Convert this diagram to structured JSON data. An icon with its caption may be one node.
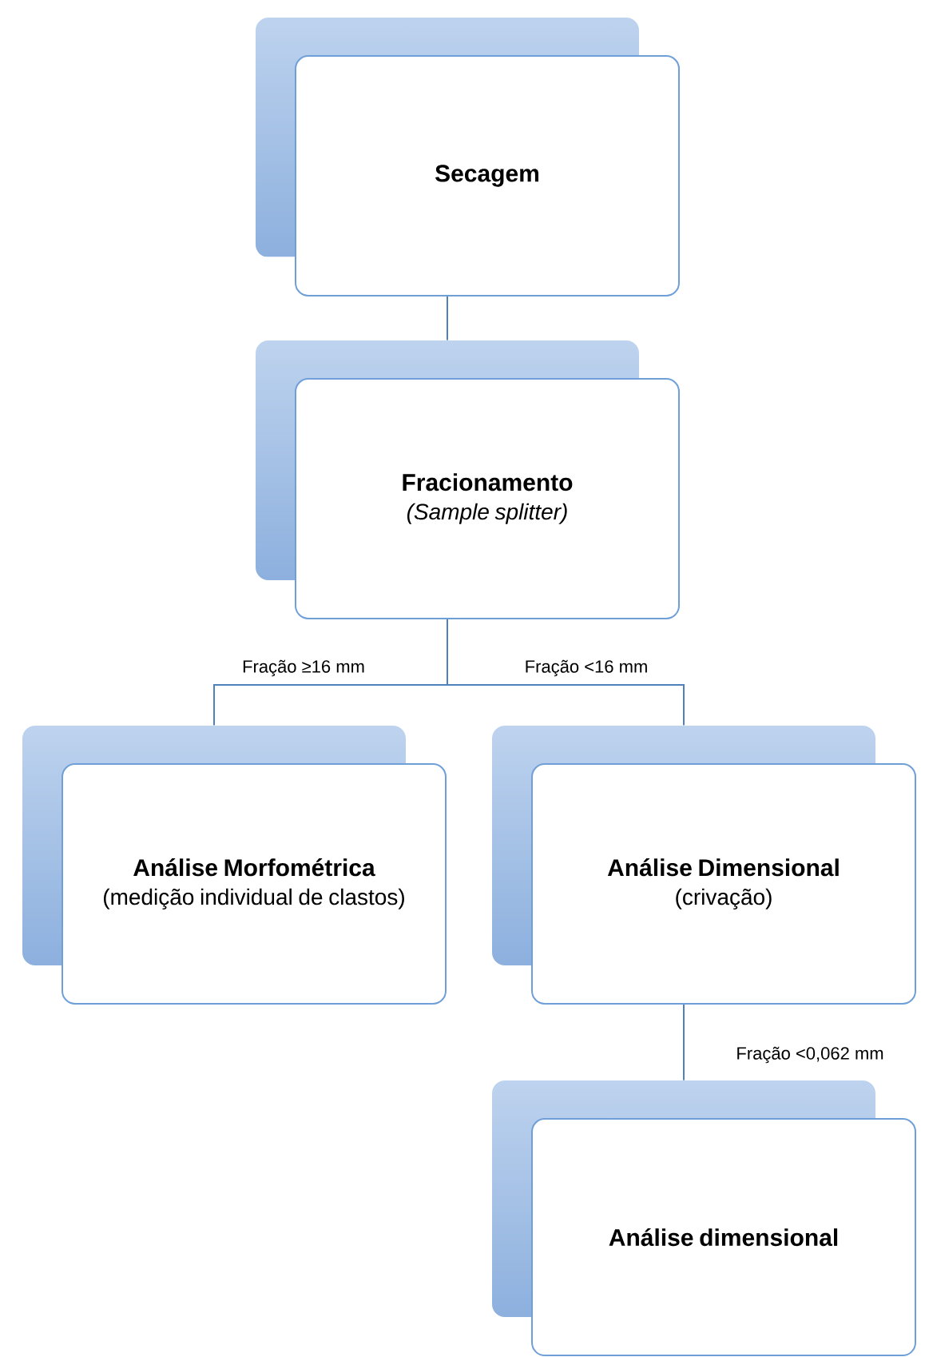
{
  "diagram": {
    "nodes": [
      {
        "text": [
          "Secagem"
        ]
      },
      {
        "text": [
          "Fracionamento",
          "*(Sample splitter)*"
        ]
      },
      {
        "text": [
          "Análise Morfométrica",
          "(medição individual de clastos)"
        ]
      },
      {
        "text": [
          "Análise Dimensional",
          "(crivação)"
        ]
      },
      {
        "text": [
          "Análise dimensional"
        ]
      }
    ],
    "edges": [
      {
        "from": 0,
        "to": 1,
        "arrow": "none"
      },
      {
        "from": 1,
        "to": 2,
        "arrow": "none",
        "label": "Fração ≥16 mm"
      },
      {
        "from": 1,
        "to": 3,
        "arrow": "none",
        "label": "Fração <16 mm"
      },
      {
        "from": 3,
        "to": 4,
        "arrow": "none",
        "label": "Fração <0,062 mm"
      }
    ]
  }
}
